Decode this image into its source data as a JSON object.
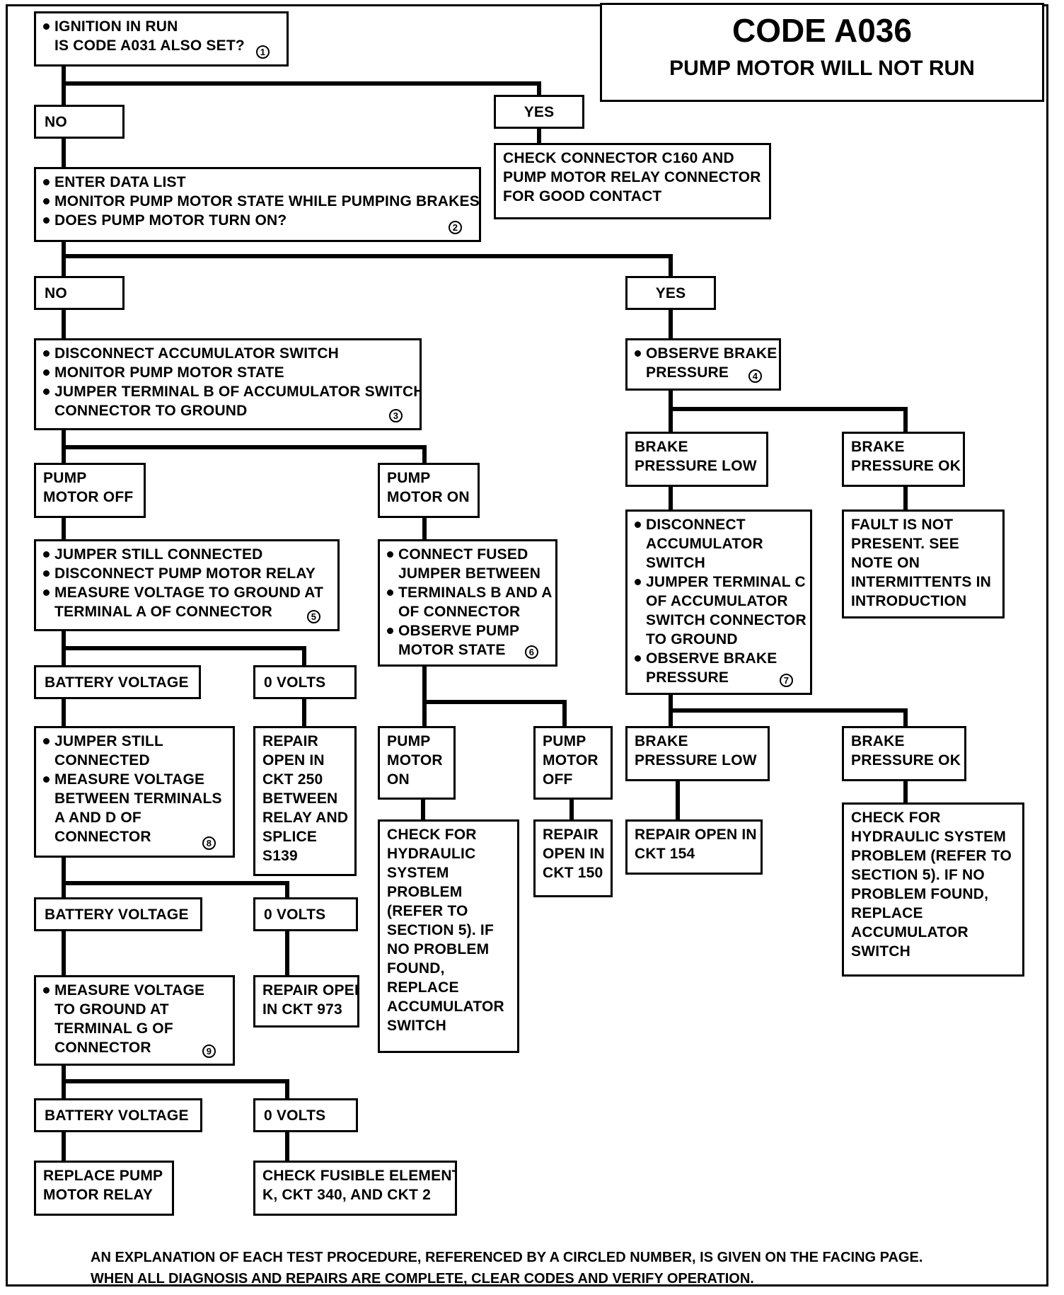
{
  "title": {
    "code": "CODE A036",
    "subtitle": "PUMP MOTOR WILL NOT RUN"
  },
  "nodes": {
    "n1": {
      "bullets": [
        "IGNITION IN RUN",
        "IS CODE A031 ALSO SET?"
      ],
      "step": "1"
    },
    "no1": {
      "text": "NO"
    },
    "yes1": {
      "text": "YES"
    },
    "c1": {
      "lines": [
        "CHECK CONNECTOR C160 AND",
        "PUMP MOTOR RELAY CONNECTOR",
        "FOR GOOD CONTACT"
      ]
    },
    "n2": {
      "bullets": [
        "ENTER DATA LIST",
        "MONITOR PUMP MOTOR STATE WHILE PUMPING BRAKES",
        "DOES PUMP MOTOR TURN ON?"
      ],
      "step": "2"
    },
    "no2": {
      "text": "NO"
    },
    "yes2": {
      "text": "YES"
    },
    "n3": {
      "bullets": [
        "DISCONNECT ACCUMULATOR SWITCH",
        "MONITOR PUMP MOTOR STATE",
        "JUMPER TERMINAL B OF ACCUMULATOR SWITCH",
        "CONNECTOR TO GROUND"
      ],
      "step": "3"
    },
    "n4": {
      "bullets": [
        "OBSERVE BRAKE",
        "PRESSURE"
      ],
      "step": "4"
    },
    "pmoff1": {
      "lines": [
        "PUMP",
        "MOTOR OFF"
      ]
    },
    "pmon1": {
      "lines": [
        "PUMP",
        "MOTOR ON"
      ]
    },
    "bplow1": {
      "lines": [
        "BRAKE",
        "PRESSURE LOW"
      ]
    },
    "bpok1": {
      "lines": [
        "BRAKE",
        "PRESSURE OK"
      ]
    },
    "n5": {
      "bullets": [
        "JUMPER  STILL CONNECTED",
        "DISCONNECT PUMP MOTOR RELAY",
        "MEASURE VOLTAGE TO GROUND AT",
        "TERMINAL A OF CONNECTOR"
      ],
      "step": "5"
    },
    "n6": {
      "bullets": [
        "CONNECT FUSED",
        "JUMPER BETWEEN",
        "TERMINALS B AND A",
        "OF CONNECTOR",
        "OBSERVE PUMP",
        "MOTOR STATE"
      ],
      "step": "6"
    },
    "n7": {
      "bullets": [
        "DISCONNECT",
        "ACCUMULATOR",
        "SWITCH",
        "JUMPER TERMINAL C",
        "OF ACCUMULATOR",
        "SWITCH CONNECTOR",
        "TO GROUND",
        "OBSERVE BRAKE",
        "PRESSURE"
      ],
      "step": "7"
    },
    "fault": {
      "lines": [
        "FAULT IS NOT",
        "PRESENT. SEE",
        "NOTE ON",
        "INTERMITTENTS IN",
        "INTRODUCTION"
      ]
    },
    "bv1": {
      "text": "BATTERY VOLTAGE"
    },
    "ov1": {
      "text": "0 VOLTS"
    },
    "n8": {
      "bullets": [
        "JUMPER  STILL",
        "CONNECTED",
        "MEASURE VOLTAGE",
        "BETWEEN TERMINALS",
        "A AND D OF",
        "CONNECTOR"
      ],
      "step": "8"
    },
    "r250": {
      "lines": [
        "REPAIR",
        "OPEN IN",
        "CKT 250",
        "BETWEEN",
        "RELAY AND",
        "SPLICE",
        "S139"
      ]
    },
    "pmon2": {
      "lines": [
        "PUMP",
        "MOTOR",
        "ON"
      ]
    },
    "pmoff2": {
      "lines": [
        "PUMP",
        "MOTOR",
        "OFF"
      ]
    },
    "bplow2": {
      "lines": [
        "BRAKE",
        "PRESSURE LOW"
      ]
    },
    "bpok2": {
      "lines": [
        "BRAKE",
        "PRESSURE OK"
      ]
    },
    "hyd1": {
      "lines": [
        "CHECK FOR",
        "HYDRAULIC",
        "SYSTEM",
        "PROBLEM",
        "(REFER TO",
        "SECTION 5). IF",
        "NO PROBLEM",
        "FOUND,",
        "REPLACE",
        "ACCUMULATOR",
        "SWITCH"
      ]
    },
    "r150": {
      "lines": [
        "REPAIR",
        "OPEN IN",
        "CKT 150"
      ]
    },
    "r154": {
      "lines": [
        "REPAIR OPEN IN",
        "CKT 154"
      ]
    },
    "hyd2": {
      "lines": [
        "CHECK FOR",
        "HYDRAULIC SYSTEM",
        "PROBLEM (REFER TO",
        "SECTION 5). IF NO",
        "PROBLEM FOUND,",
        "REPLACE",
        "ACCUMULATOR",
        "SWITCH"
      ]
    },
    "bv2": {
      "text": "BATTERY VOLTAGE"
    },
    "ov2": {
      "text": "0 VOLTS"
    },
    "r973": {
      "lines": [
        "REPAIR OPEN",
        "IN CKT 973"
      ]
    },
    "n9": {
      "bullets": [
        "MEASURE VOLTAGE",
        "TO GROUND AT",
        "TERMINAL G OF",
        "CONNECTOR"
      ],
      "step": "9"
    },
    "bv3": {
      "text": "BATTERY VOLTAGE"
    },
    "ov3": {
      "text": "0 VOLTS"
    },
    "relay": {
      "lines": [
        "REPLACE PUMP",
        "MOTOR RELAY"
      ]
    },
    "fusible": {
      "lines": [
        "CHECK FUSIBLE ELEMENT",
        "K, CKT 340, AND CKT 2"
      ]
    }
  },
  "footer": {
    "line1": "AN EXPLANATION OF EACH TEST PROCEDURE, REFERENCED BY A CIRCLED NUMBER,  IS GIVEN ON THE FACING PAGE.",
    "line2": "WHEN ALL DIAGNOSIS AND REPAIRS ARE COMPLETE, CLEAR CODES AND VERIFY OPERATION."
  }
}
